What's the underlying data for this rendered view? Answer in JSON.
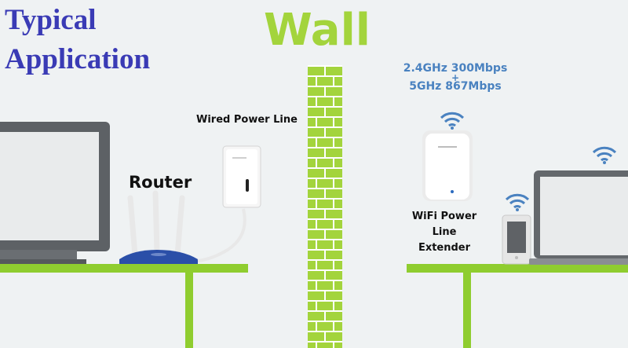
{
  "heading": {
    "line1": "Typical",
    "line2": "Application"
  },
  "wall_title": "Wall",
  "labels": {
    "router": "Router",
    "wired": "Wired Power Line",
    "extender_line1": "WiFi Power Line",
    "extender_line2": "Extender"
  },
  "speed": {
    "line1": "2.4GHz 300Mbps",
    "plus": "+",
    "line2": "5GHz 867Mbps"
  },
  "colors": {
    "heading": "#3a3bb5",
    "wall": "#a3d43c",
    "speed": "#4a82c0",
    "table": "#8fcd2f"
  }
}
